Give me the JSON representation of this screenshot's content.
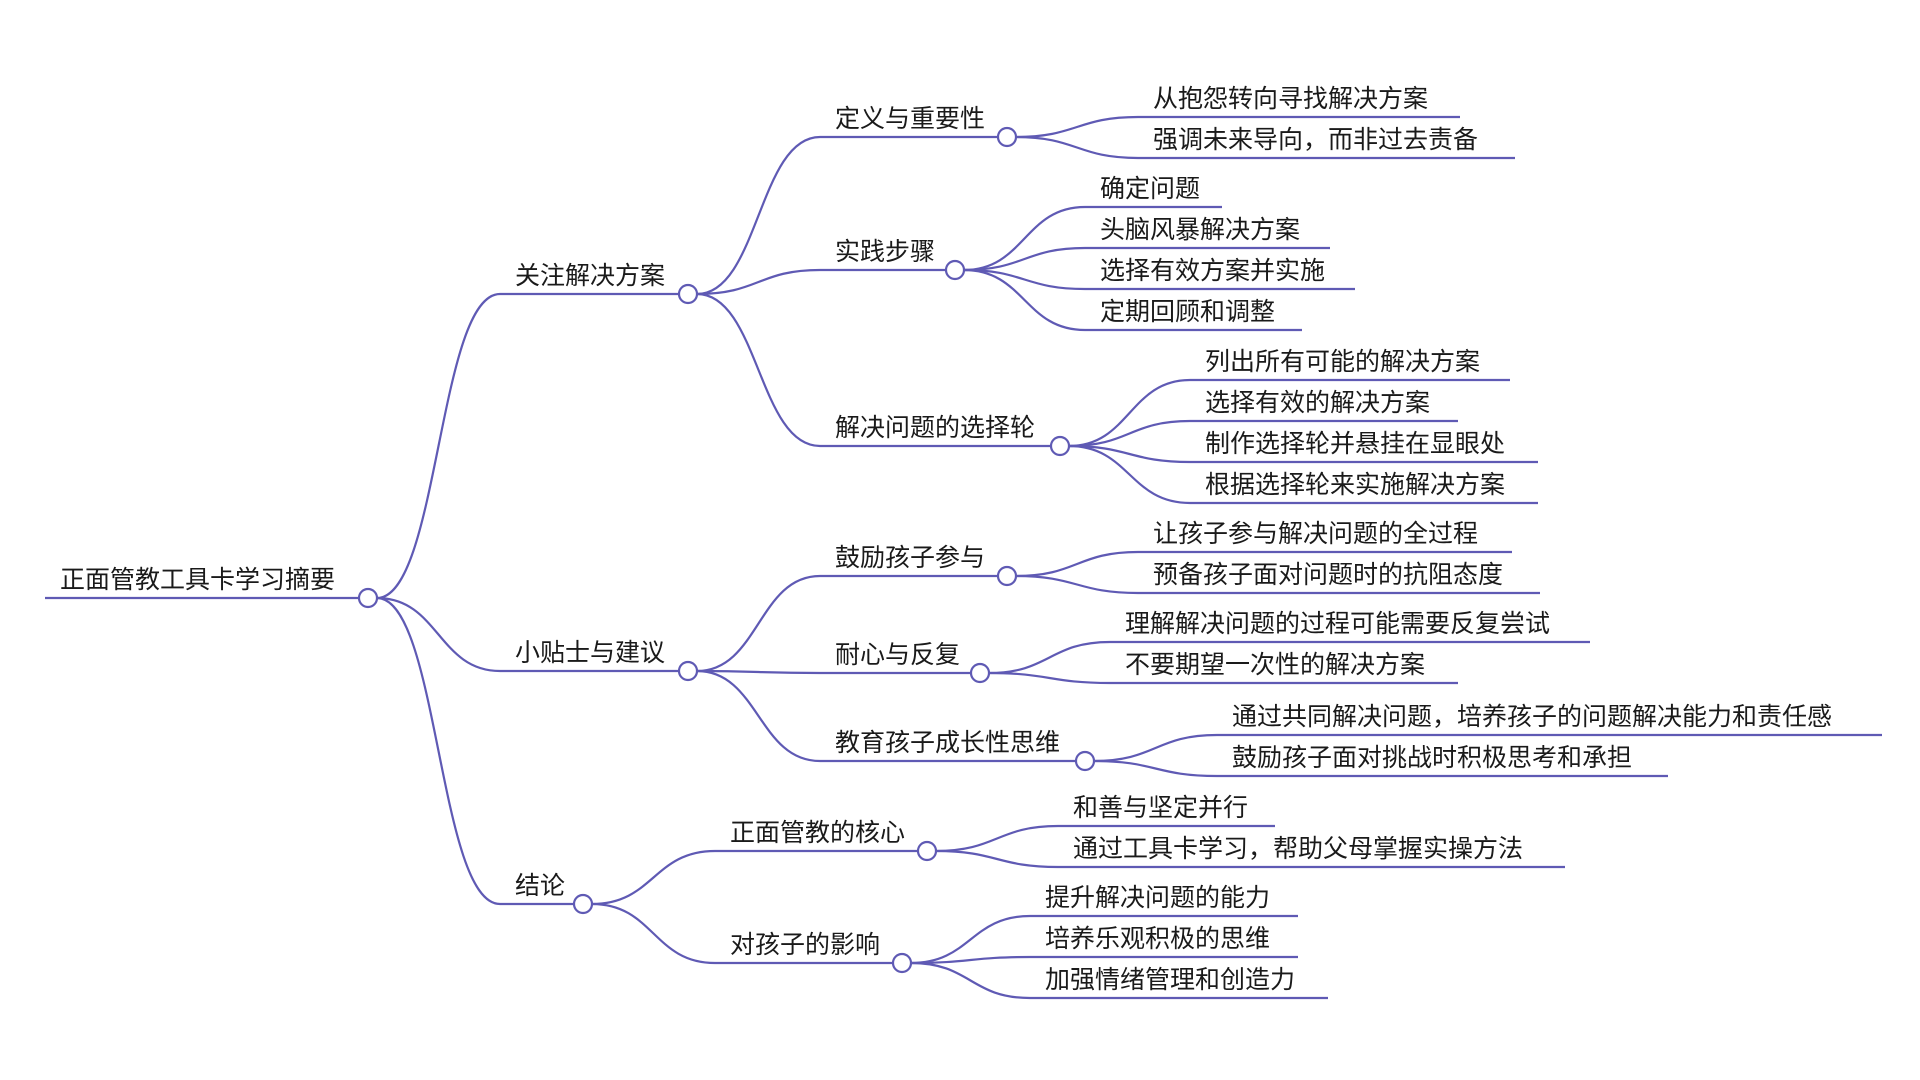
{
  "colors": {
    "line": "#5f5ab4",
    "node_fill": "#ffffff",
    "text": "#1a1a1a"
  },
  "root": {
    "label": "正面管教工具卡学习摘要",
    "children": [
      {
        "label": "关注解决方案",
        "children": [
          {
            "label": "定义与重要性",
            "children": [
              {
                "label": "从抱怨转向寻找解决方案"
              },
              {
                "label": "强调未来导向，而非过去责备"
              }
            ]
          },
          {
            "label": "实践步骤",
            "children": [
              {
                "label": "确定问题"
              },
              {
                "label": "头脑风暴解决方案"
              },
              {
                "label": "选择有效方案并实施"
              },
              {
                "label": "定期回顾和调整"
              }
            ]
          },
          {
            "label": "解决问题的选择轮",
            "children": [
              {
                "label": "列出所有可能的解决方案"
              },
              {
                "label": "选择有效的解决方案"
              },
              {
                "label": "制作选择轮并悬挂在显眼处"
              },
              {
                "label": "根据选择轮来实施解决方案"
              }
            ]
          }
        ]
      },
      {
        "label": "小贴士与建议",
        "children": [
          {
            "label": "鼓励孩子参与",
            "children": [
              {
                "label": "让孩子参与解决问题的全过程"
              },
              {
                "label": "预备孩子面对问题时的抗阻态度"
              }
            ]
          },
          {
            "label": "耐心与反复",
            "children": [
              {
                "label": "理解解决问题的过程可能需要反复尝试"
              },
              {
                "label": "不要期望一次性的解决方案"
              }
            ]
          },
          {
            "label": "教育孩子成长性思维",
            "children": [
              {
                "label": "通过共同解决问题，培养孩子的问题解决能力和责任感"
              },
              {
                "label": "鼓励孩子面对挑战时积极思考和承担"
              }
            ]
          }
        ]
      },
      {
        "label": "结论",
        "children": [
          {
            "label": "正面管教的核心",
            "children": [
              {
                "label": "和善与坚定并行"
              },
              {
                "label": "通过工具卡学习，帮助父母掌握实操方法"
              }
            ]
          },
          {
            "label": "对孩子的影响",
            "children": [
              {
                "label": "提升解决问题的能力"
              },
              {
                "label": "培养乐观积极的思维"
              },
              {
                "label": "加强情绪管理和创造力"
              }
            ]
          }
        ]
      }
    ]
  }
}
